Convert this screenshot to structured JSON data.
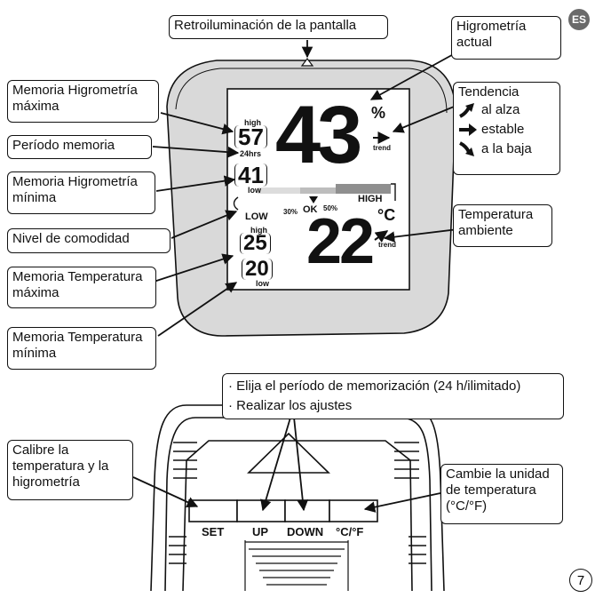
{
  "badge": "ES",
  "page_number": "7",
  "callouts": {
    "backlight": "Retroiluminación de la pantalla",
    "hygro_current": [
      "Higrometría",
      "actual"
    ],
    "hygro_max": [
      "Memoria Higrometría",
      "máxima"
    ],
    "period": "Período memoria",
    "hygro_min": [
      "Memoria Higrometría",
      "mínima"
    ],
    "comfort": "Nivel de comodidad",
    "temp_max": [
      "Memoria Temperatura",
      "máxima"
    ],
    "temp_min": [
      "Memoria Temperatura",
      "mínima"
    ],
    "trend": {
      "title": "Tendencia",
      "up": "al alza",
      "stable": "estable",
      "down": "a la baja"
    },
    "temp_ambient": [
      "Temperatura",
      "ambiente"
    ],
    "calibrate": [
      "Calibre la",
      "temperatura y la",
      "higrometría"
    ],
    "unit": [
      "Cambie la unidad",
      "de temperatura",
      "(°C/°F)"
    ],
    "updown": [
      "· Elija el período de memorización (24 h/ilimitado)",
      "· Realizar los ajustes"
    ]
  },
  "display": {
    "humidity": "43",
    "humidity_unit": "%",
    "hum_max_label": "high",
    "hum_max": "57",
    "period_label": "24hrs",
    "hum_min": "41",
    "hum_min_label": "low",
    "trend_label_1": "trend",
    "trend_label_2": "trend",
    "comfort_high": "HIGH",
    "comfort_low": "LOW",
    "comfort_ok": "OK",
    "comfort_30": "30%",
    "comfort_50": "50%",
    "temperature": "22",
    "temp_unit": "°C",
    "temp_max_label": "high",
    "temp_max": "25",
    "temp_min": "20",
    "temp_min_label": "low"
  },
  "buttons": {
    "set": "SET",
    "up": "UP",
    "down": "DOWN",
    "unit": "°C/°F"
  }
}
